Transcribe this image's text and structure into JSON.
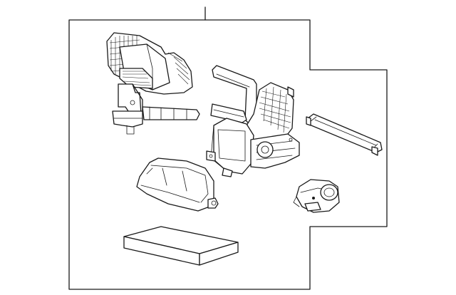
{
  "diagram": {
    "kind": "exploded parts illustration",
    "line_color": "#1a1a1a",
    "background": "#ffffff",
    "parts": [
      "blower-housing-upper",
      "blower-case-assembly",
      "filter-cover-plate",
      "blower-motor",
      "motor-actuator",
      "cabin-air-filter"
    ]
  }
}
